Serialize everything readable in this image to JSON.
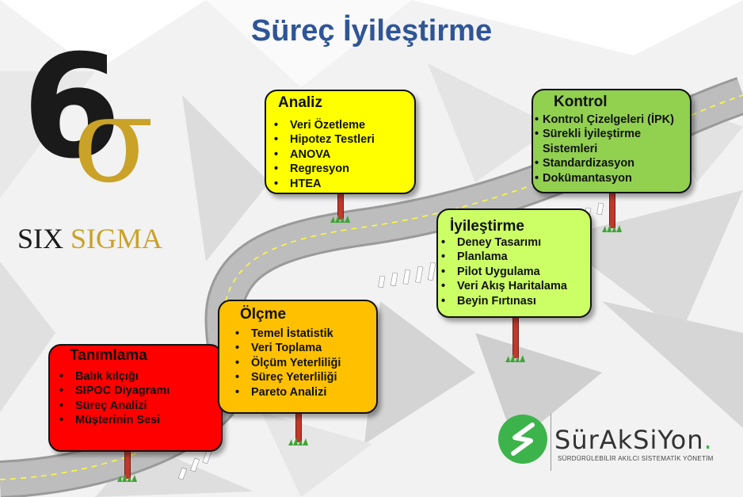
{
  "title": "Süreç İyileştirme",
  "logo": {
    "digit": "6",
    "symbol": "σ",
    "word_left": "SIX",
    "word_right": "SIGMA"
  },
  "phases": [
    {
      "name": "Tanımlama",
      "color": "#ff0000",
      "items": [
        "Balık kılçığı",
        "SIPOC Diyagramı",
        "Süreç Analizi",
        "Müşterinin Sesi"
      ]
    },
    {
      "name": "Ölçme",
      "color": "#ffc000",
      "items": [
        "Temel İstatistik",
        "Veri Toplama",
        "Ölçüm Yeterliliği",
        "Süreç Yeterliliği",
        "Pareto Analizi"
      ]
    },
    {
      "name": "Analiz",
      "color": "#ffff00",
      "items": [
        "Veri Özetleme",
        "Hipotez Testleri",
        "ANOVA",
        "Regresyon",
        "HTEA"
      ]
    },
    {
      "name": "İyileştirme",
      "color": "#ccff66",
      "items": [
        "Deney Tasarımı",
        "Planlama",
        "Pilot Uygulama",
        "Veri Akış Haritalama",
        "Beyin Fırtınası"
      ]
    },
    {
      "name": "Kontrol",
      "color": "#92d050",
      "items": [
        "Kontrol Çizelgeleri (İPK)",
        "Sürekli İyileştirme",
        "Sistemleri",
        "Standardizasyon",
        "Dokümantasyon"
      ]
    }
  ],
  "brand": {
    "name_main": "SürAkSiYon",
    "name_dot": ".",
    "tagline": "SÜRDÜRÜLEBİLİR AKILCI SİSTEMATİK YÖNETİM",
    "accent": "#3cb44b"
  }
}
